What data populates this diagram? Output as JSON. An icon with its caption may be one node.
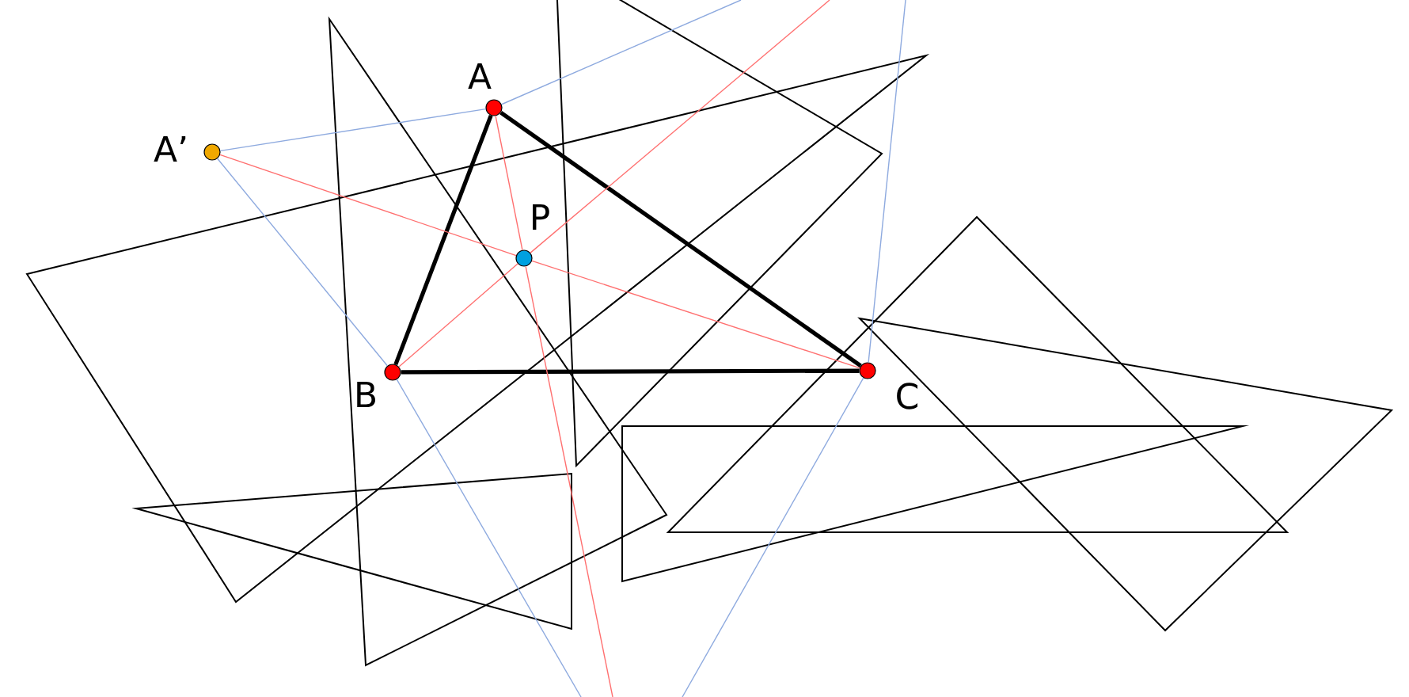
{
  "diagram": {
    "nodes": [
      {
        "text": [
          "A"
        ]
      },
      {
        "text": [
          "A’"
        ]
      },
      {
        "text": [
          "P"
        ]
      },
      {
        "text": [
          "B"
        ]
      },
      {
        "text": [
          "C"
        ]
      }
    ],
    "edges": [
      {
        "from": 0,
        "to": 3,
        "arrow": "none",
        "style": "thick",
        "color": "#000000"
      },
      {
        "from": 3,
        "to": 4,
        "arrow": "none",
        "style": "thick",
        "color": "#000000"
      },
      {
        "from": 4,
        "to": 0,
        "arrow": "none",
        "style": "thick",
        "color": "#000000"
      },
      {
        "from": 1,
        "to": 0,
        "arrow": "none",
        "color": "#8eaadf"
      },
      {
        "from": 0,
        "to": null,
        "arrow": "none",
        "color": "#8eaadf"
      },
      {
        "from": 1,
        "to": 3,
        "arrow": "none",
        "color": "#8eaadf"
      },
      {
        "from": 3,
        "to": null,
        "arrow": "none",
        "color": "#8eaadf"
      },
      {
        "from": 4,
        "to": null,
        "arrow": "none",
        "color": "#8eaadf"
      },
      {
        "from": 4,
        "to": null,
        "arrow": "none",
        "color": "#8eaadf"
      },
      {
        "from": 1,
        "to": 2,
        "arrow": "none",
        "color": "#ff7070"
      },
      {
        "from": 2,
        "to": 4,
        "arrow": "none",
        "color": "#ff7070"
      },
      {
        "from": 3,
        "to": 2,
        "arrow": "none",
        "color": "#ff7070"
      },
      {
        "from": 2,
        "to": null,
        "arrow": "none",
        "color": "#ff7070"
      },
      {
        "from": 0,
        "to": 2,
        "arrow": "none",
        "color": "#ff7070"
      },
      {
        "from": 2,
        "to": null,
        "arrow": "none",
        "color": "#ff7070"
      }
    ]
  }
}
